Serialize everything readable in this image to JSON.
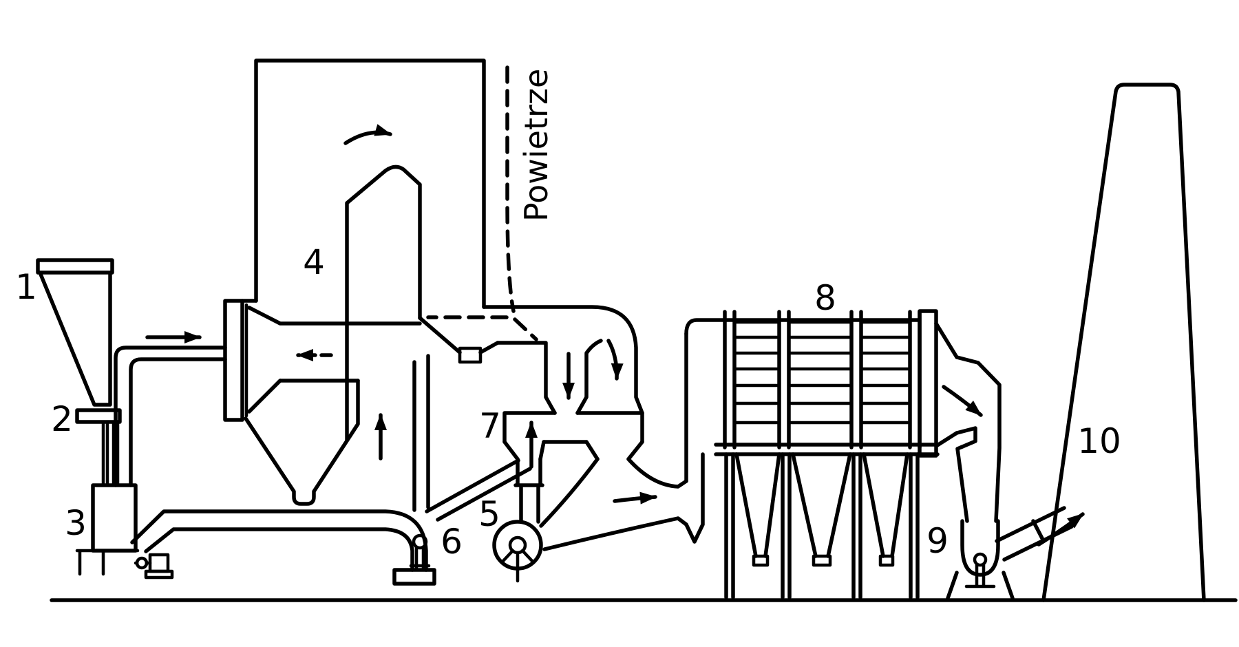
{
  "diagram": {
    "background_color": "#ffffff",
    "line_color": "#000000",
    "air_flow_label": "Powietrze",
    "component_labels": {
      "c1": "1",
      "c2": "2",
      "c3": "3",
      "c4": "4",
      "c5": "5",
      "c6": "6",
      "c7": "7",
      "c8": "8",
      "c9": "9",
      "c10": "10"
    }
  }
}
